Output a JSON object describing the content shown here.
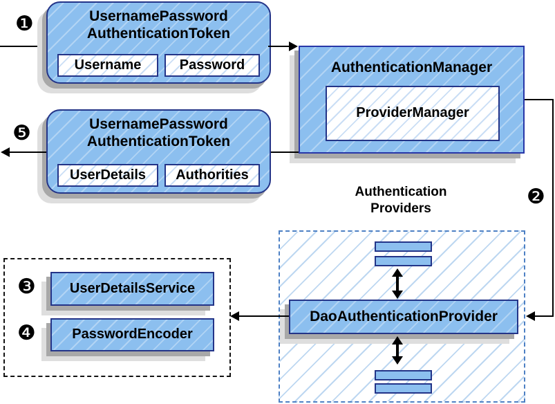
{
  "markers": {
    "step1": "❶",
    "step2": "❷",
    "step3": "❸",
    "step4": "❹",
    "step5": "❺"
  },
  "request_token": {
    "title_line1": "UsernamePassword",
    "title_line2": "AuthenticationToken",
    "fields": [
      "Username",
      "Password"
    ]
  },
  "authentication_manager": {
    "title": "AuthenticationManager",
    "inner": "ProviderManager"
  },
  "result_token": {
    "title_line1": "UsernamePassword",
    "title_line2": "AuthenticationToken",
    "fields": [
      "UserDetails",
      "Authorities"
    ]
  },
  "providers": {
    "title_line1": "Authentication",
    "title_line2": "Providers",
    "main_provider": "DaoAuthenticationProvider"
  },
  "services": {
    "items": [
      "UserDetailsService",
      "PasswordEncoder"
    ]
  },
  "colors": {
    "node_fill": "#8cbfef",
    "node_border": "#233488",
    "manager_border": "#2736a8",
    "hatch_blue": "#bdd7f1",
    "dashed_border": "#4d80c4",
    "shadow_dark": "#a8a8a8",
    "shadow_light": "#dedede",
    "connector": "#000000"
  }
}
